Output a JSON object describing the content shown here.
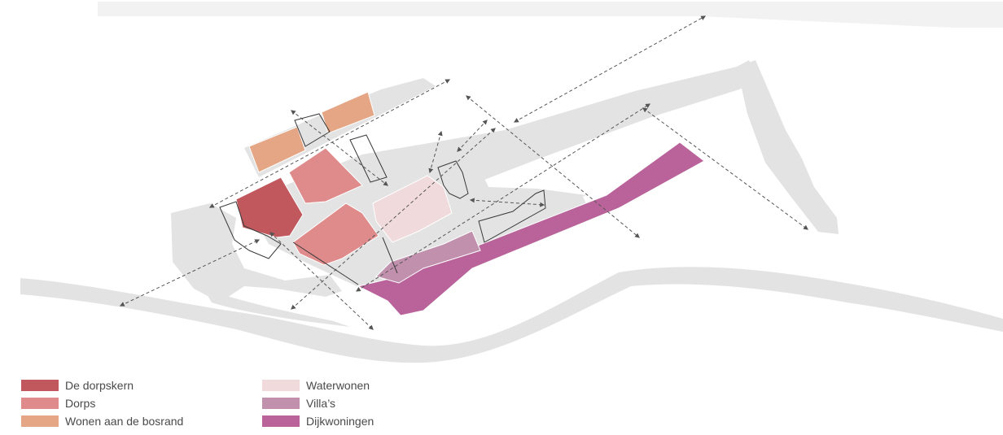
{
  "legend": {
    "items": [
      {
        "label": "De dorpskern",
        "color": "#c0585d"
      },
      {
        "label": "Dorps",
        "color": "#e08b8b"
      },
      {
        "label": "Wonen aan de bosrand",
        "color": "#e4a684"
      },
      {
        "label": "Waterwonen",
        "color": "#f1dadb"
      },
      {
        "label": "Villa’s",
        "color": "#c090ad"
      },
      {
        "label": "Dijkwoningen",
        "color": "#b9639a"
      }
    ]
  },
  "colors": {
    "background": "#ffffff",
    "land": "#e3e3e3",
    "outline": "#3a3a3a",
    "sightline": "#555555"
  }
}
